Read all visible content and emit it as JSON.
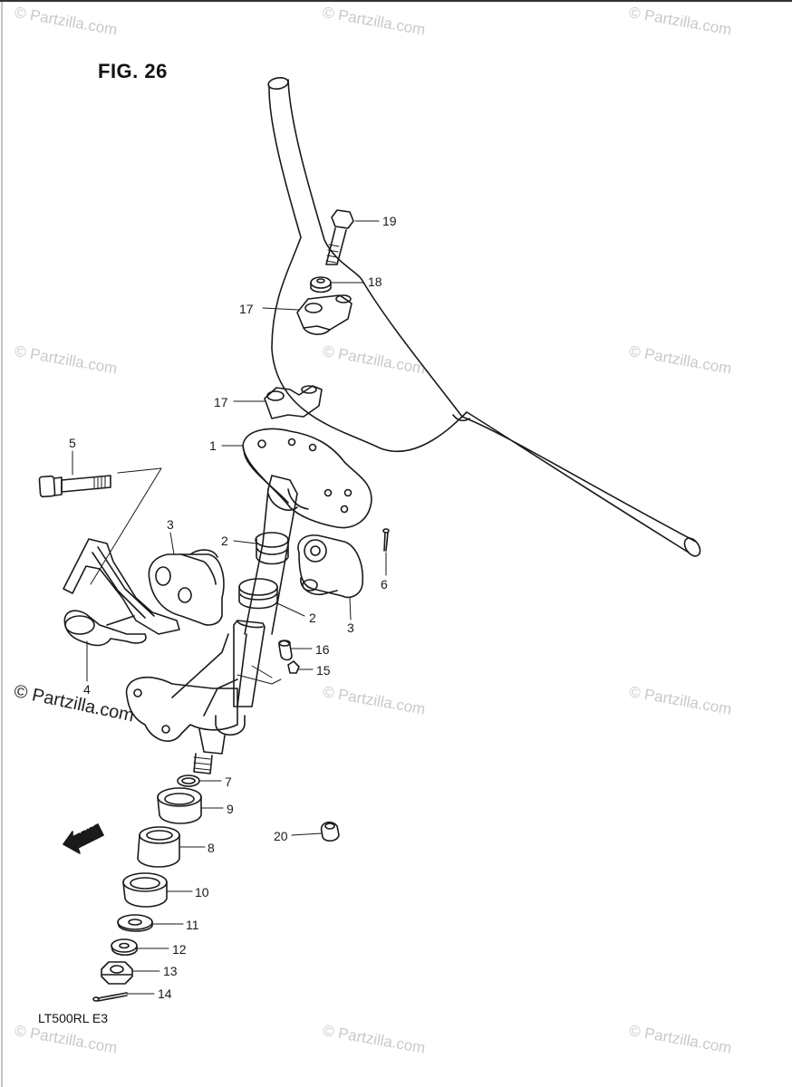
{
  "figure": {
    "title": "FIG. 26",
    "model_code": "LT500RL  E3",
    "fwd_label": "FWD"
  },
  "watermark": {
    "text": "© Partzilla.com",
    "strong_text": "© Partzilla.com"
  },
  "callouts": [
    {
      "number": "1"
    },
    {
      "number": "2"
    },
    {
      "number": "2"
    },
    {
      "number": "3"
    },
    {
      "number": "3"
    },
    {
      "number": "4"
    },
    {
      "number": "5"
    },
    {
      "number": "6"
    },
    {
      "number": "7"
    },
    {
      "number": "8"
    },
    {
      "number": "9"
    },
    {
      "number": "10"
    },
    {
      "number": "11"
    },
    {
      "number": "12"
    },
    {
      "number": "13"
    },
    {
      "number": "14"
    },
    {
      "number": "15"
    },
    {
      "number": "16"
    },
    {
      "number": "17"
    },
    {
      "number": "17"
    },
    {
      "number": "18"
    },
    {
      "number": "19"
    },
    {
      "number": "20"
    }
  ],
  "colors": {
    "ink": "#1a1a1a",
    "watermark": "#c9c9c9"
  }
}
